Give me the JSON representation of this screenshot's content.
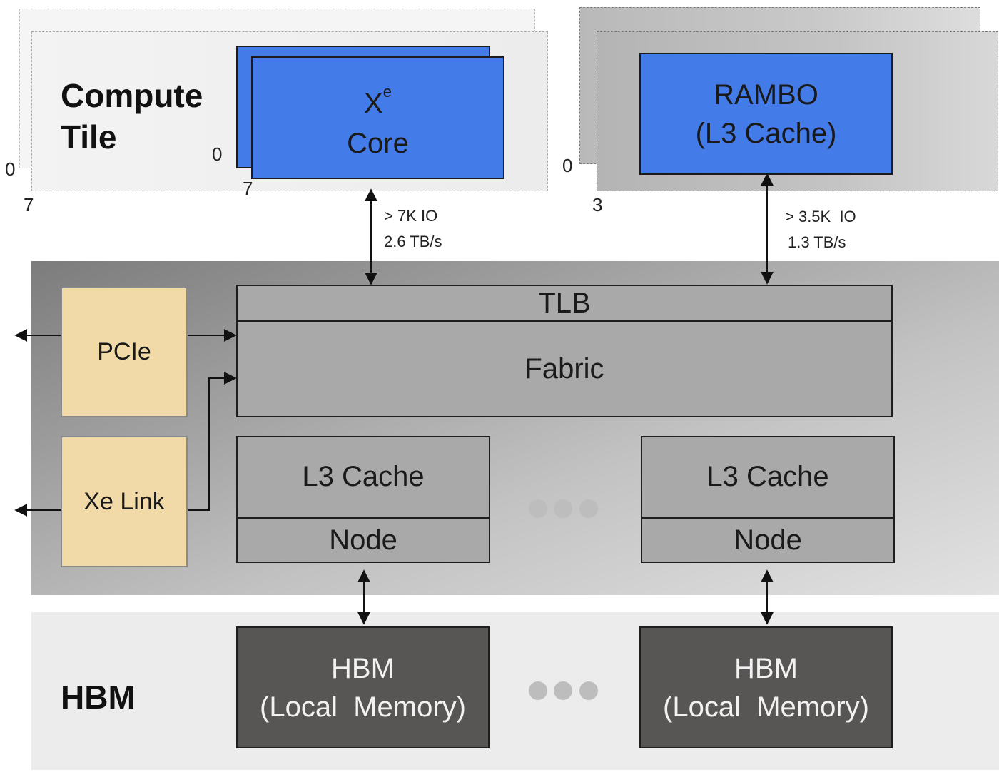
{
  "compute_tile": {
    "title_line1": "Compute",
    "title_line2": "Tile",
    "tile_index_start": "0",
    "tile_index_end": "7",
    "core_index_start": "0",
    "core_index_end": "7",
    "core_label_x": "X",
    "core_label_sup": "e",
    "core_label_word": "Core",
    "link_io": "> 7K IO",
    "link_bw": "2.6 TB/s"
  },
  "rambo": {
    "line1": "RAMBO",
    "line2": "(L3 Cache)",
    "index_start": "0",
    "index_end": "3",
    "link_io": "> 3.5K  IO",
    "link_bw": "1.3 TB/s"
  },
  "base": {
    "tlb": "TLB",
    "fabric": "Fabric",
    "pcie": "PCIe",
    "xe_link": "Xe Link",
    "slices": [
      {
        "cache": "L3 Cache",
        "node": "Node"
      },
      {
        "cache": "L3 Cache",
        "node": "Node"
      }
    ]
  },
  "hbm": {
    "section_label": "HBM",
    "stacks": [
      {
        "line1": "HBM",
        "line2": "(Local  Memory)"
      },
      {
        "line1": "HBM",
        "line2": "(Local  Memory)"
      }
    ]
  },
  "colors": {
    "core_blue": "#437be9",
    "io_tan": "#f1d9a8",
    "hbm_dark": "#585655"
  }
}
